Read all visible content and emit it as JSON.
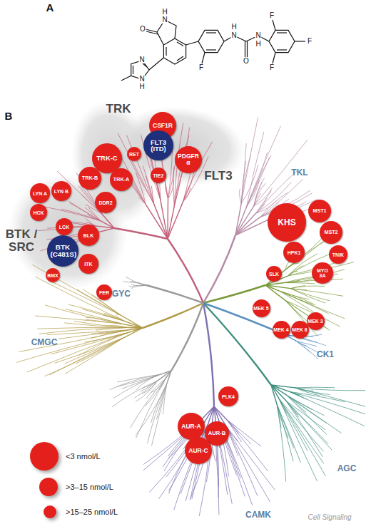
{
  "diagram": {
    "nodes": [
      {
        "text": [
          "TRK-C"
        ]
      },
      {
        "text": [
          "TRK-B"
        ]
      },
      {
        "text": [
          "TRK-A"
        ]
      },
      {
        "text": [
          "DDR2"
        ]
      },
      {
        "text": [
          "CSF1R"
        ]
      },
      {
        "text": [
          "PDGFR α"
        ]
      },
      {
        "text": [
          "FLT3 (ITD)"
        ]
      },
      {
        "text": [
          "RET"
        ]
      },
      {
        "text": [
          "TIE2"
        ]
      },
      {
        "text": [
          "LYN A"
        ]
      },
      {
        "text": [
          "LYN B"
        ]
      },
      {
        "text": [
          "HCK"
        ]
      },
      {
        "text": [
          "LCK"
        ]
      },
      {
        "text": [
          "BLK"
        ]
      },
      {
        "text": [
          "BTK (C481S)"
        ]
      },
      {
        "text": [
          "ITK"
        ]
      },
      {
        "text": [
          "BMX"
        ]
      },
      {
        "text": [
          "FER"
        ]
      },
      {
        "text": [
          "KHS"
        ]
      },
      {
        "text": [
          "MST1"
        ]
      },
      {
        "text": [
          "MST2"
        ]
      },
      {
        "text": [
          "HPK1"
        ]
      },
      {
        "text": [
          "TNIK"
        ]
      },
      {
        "text": [
          "SLK"
        ]
      },
      {
        "text": [
          "MYO 3A"
        ]
      },
      {
        "text": [
          "MEK 5"
        ]
      },
      {
        "text": [
          "MEK 4"
        ]
      },
      {
        "text": [
          "MEK 6"
        ]
      },
      {
        "text": [
          "MEK 3"
        ]
      },
      {
        "text": [
          "PLK4"
        ]
      },
      {
        "text": [
          "AUR-A"
        ]
      },
      {
        "text": [
          "AUR-B"
        ]
      },
      {
        "text": [
          "AUR-C"
        ]
      }
    ],
    "edges": [],
    "labels": [
      "A",
      "O",
      "H",
      "N",
      "N",
      "H",
      "N",
      "H",
      "N",
      "O",
      "N",
      "H",
      "F",
      "F",
      "F",
      "F",
      "B",
      "TRK",
      "FLT3",
      "BTK / SRC",
      "TKL",
      "GYC",
      "CMGC",
      "CK1",
      "AGC",
      "CAMK",
      "Cell Signaling"
    ],
    "legend": [
      {
        "text": "<3 nmol/L",
        "color": "#e3201b"
      },
      {
        "text": ">3–15 nmol/L",
        "color": "#e3201b"
      },
      {
        "text": ">15–25 nmol/L",
        "color": "#e3201b"
      }
    ]
  }
}
